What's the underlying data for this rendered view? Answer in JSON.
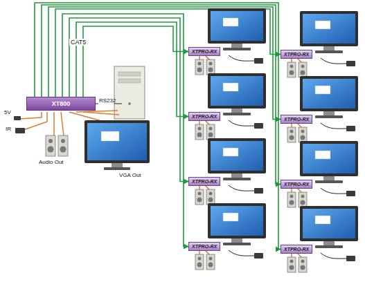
{
  "diagram": {
    "nodes": [
      {
        "text": [
          "XT800"
        ]
      },
      {
        "text": [
          "XTPRO-RX"
        ]
      },
      {
        "text": [
          "XTPRO-RX"
        ]
      },
      {
        "text": [
          "XTPRO-RX"
        ]
      },
      {
        "text": [
          "XTPRO-RX"
        ]
      },
      {
        "text": [
          "XTPRO-RX"
        ]
      },
      {
        "text": [
          "XTPRO-RX"
        ]
      },
      {
        "text": [
          "XTPRO-RX"
        ]
      },
      {
        "text": [
          "XTPRO-RX"
        ]
      }
    ],
    "edges": [
      {
        "from": 0,
        "to": 1,
        "arrow": "to"
      },
      {
        "from": 0,
        "to": 2,
        "arrow": "to"
      },
      {
        "from": 0,
        "to": 3,
        "arrow": "to"
      },
      {
        "from": 0,
        "to": 4,
        "arrow": "to"
      },
      {
        "from": 0,
        "to": 5,
        "arrow": "to"
      },
      {
        "from": 0,
        "to": 6,
        "arrow": "to"
      },
      {
        "from": 0,
        "to": 7,
        "arrow": "to"
      },
      {
        "from": 0,
        "to": 8,
        "arrow": "to"
      }
    ],
    "labels": [
      "CAT5",
      "RS232",
      "5V",
      "IR",
      "Audio Out",
      "VGA Out"
    ]
  }
}
